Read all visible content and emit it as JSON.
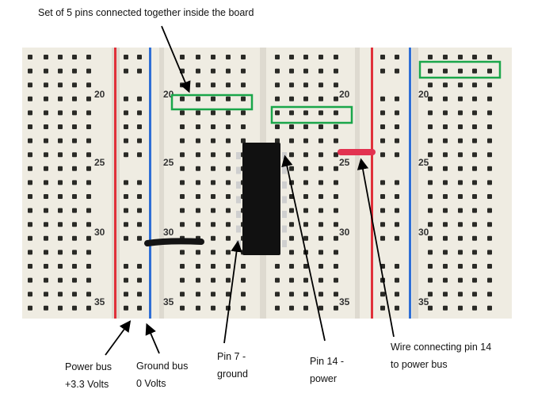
{
  "annotations": {
    "top": "Set of 5 pins connected together inside the board",
    "power_bus": [
      "Power bus",
      "+3.3 Volts"
    ],
    "ground_bus": [
      "Ground bus",
      "0 Volts"
    ],
    "pin7": [
      "Pin 7 -",
      "ground"
    ],
    "pin14": [
      "Pin 14 -",
      "power"
    ],
    "wire": [
      "Wire connecting pin 14",
      "to power bus"
    ]
  },
  "board": {
    "row_labels": [
      "20",
      "25",
      "30",
      "35"
    ],
    "colors": {
      "board": "#efece2",
      "hole": "#2a2a26",
      "power_rail": "#e0303a",
      "ground_rail": "#2f6fd6",
      "highlight": "#1aa64a",
      "chip": "#111111",
      "red_wire": "#e23250",
      "black_wire": "#141414",
      "arrow": "#000000"
    }
  }
}
